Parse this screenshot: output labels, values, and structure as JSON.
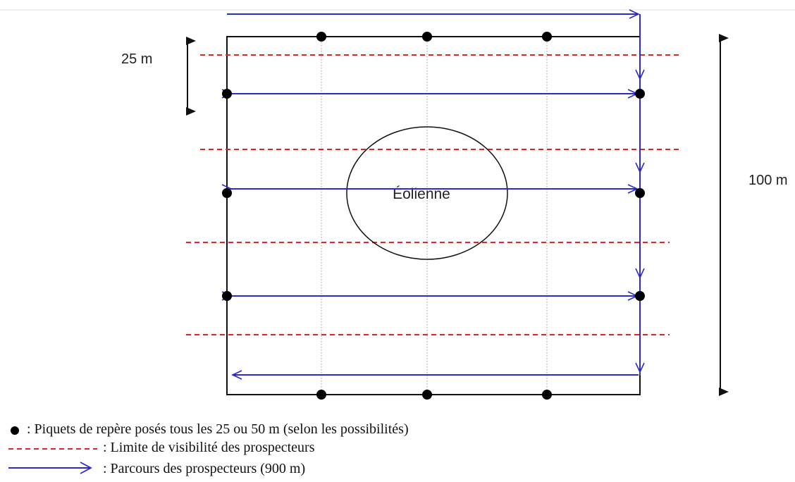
{
  "diagram": {
    "dimension_small": "25 m",
    "dimension_large": "100 m",
    "turbine_label": "Éolienne"
  },
  "legend": {
    "items": [
      {
        "symbol": "marker-dot",
        "text": ": Piquets de repère posés tous les 25 ou 50 m (selon les possibilités)"
      },
      {
        "symbol": "dashed-red-line",
        "text": ": Limite de visibilité des prospecteurs"
      },
      {
        "symbol": "blue-arrow",
        "text": ": Parcours des prospecteurs (900 m)"
      }
    ]
  },
  "colors": {
    "route": "#2b2bc9",
    "visibility_limit": "#d42a2a",
    "frame": "#111111",
    "markers": "#000000",
    "grid": "#9a9a9a"
  }
}
